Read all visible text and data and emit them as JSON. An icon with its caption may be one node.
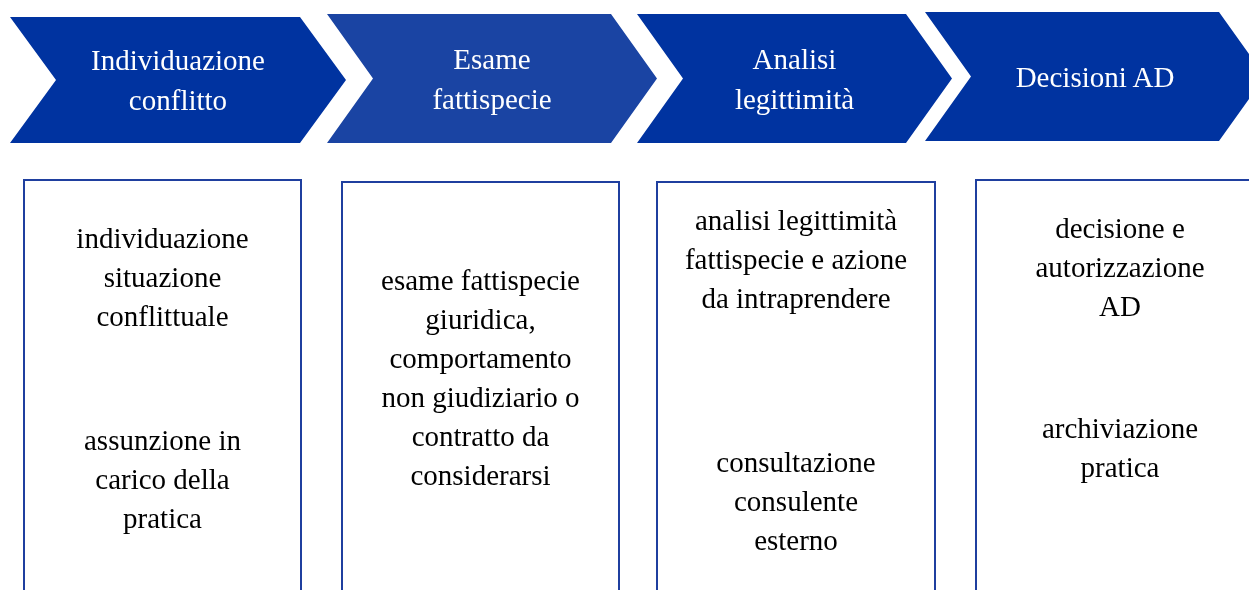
{
  "diagram": {
    "nodes": [
      {
        "text": [
          "Individuazione conflitto"
        ]
      },
      {
        "text": [
          "Esame fattispecie"
        ]
      },
      {
        "text": [
          "Analisi legittimità"
        ]
      },
      {
        "text": [
          "Decisioni AD"
        ]
      },
      {
        "text": [
          "individuazione situazione conflittuale",
          "assunzione in carico della pratica"
        ]
      },
      {
        "text": [
          "esame fattispecie giuridica, comportamento non giudiziario o contratto da considerarsi"
        ]
      },
      {
        "text": [
          "analisi legittimità fattispecie e azione da intraprendere",
          "consultazione consulente esterno"
        ]
      },
      {
        "text": [
          "decisione e autorizzazione AD",
          "archiviazione pratica"
        ]
      }
    ],
    "edges": []
  }
}
